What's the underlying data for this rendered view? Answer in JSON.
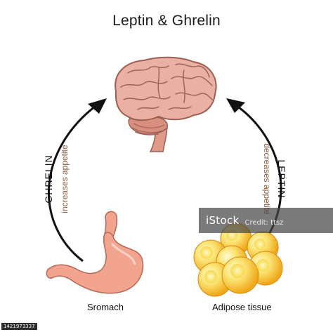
{
  "title": "Leptin & Ghrelin",
  "left_arrow": {
    "hormone": "GHRELIN",
    "effect": "increases appetite"
  },
  "right_arrow": {
    "hormone": "LEPTIN",
    "effect": "decreases appetite"
  },
  "organs": {
    "brain": "brain",
    "stomach_label": "Sromach",
    "adipose_label": "Adipose tissue"
  },
  "watermark": {
    "text": "iStock",
    "credit": "Credit: ttsz"
  },
  "stock_id": "1421973337",
  "colors": {
    "brain": "#e8a898",
    "brain_dark": "#b06d61",
    "stomach": "#f2a48e",
    "fat": "#f7c81f",
    "fat_light": "#fdf2a6",
    "hormone_label": "#8a5a3a"
  }
}
